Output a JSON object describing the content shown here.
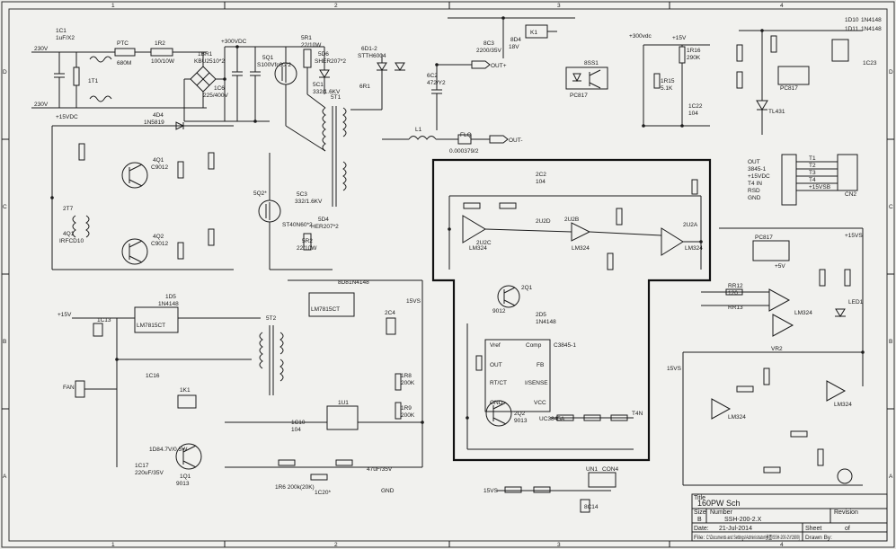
{
  "border": {
    "top_cols": [
      "1",
      "2",
      "3",
      "4"
    ],
    "bottom_cols": [
      "1",
      "2",
      "3",
      "4"
    ],
    "left_rows": [
      "D",
      "C",
      "B",
      "A"
    ],
    "right_rows": [
      "D",
      "C",
      "B",
      "A"
    ]
  },
  "title_block": {
    "title_label": "Title",
    "title": "160PW Sch",
    "size_label": "Size",
    "number_label": "Number",
    "revision_label": "Revision",
    "size": "B",
    "number": "SSH-200-2.X",
    "date_label": "Date:",
    "date": "21-Jul-2014",
    "sheet_label": "Sheet",
    "sheet_of": "of",
    "file_label": "File:",
    "file": "C:\\Documents and Settings\\Administrator\\桌面\\SSH-200-2\\Y2800)",
    "drawn_label": "Drawn By:"
  },
  "labels": {
    "in_top": "230V",
    "in_bot": "230V",
    "c1": "1C1",
    "c1v": "1uF/X2",
    "ptc": "PTC",
    "ptc_v": "680M",
    "r2": "1R2",
    "r2v": "100/10W",
    "bridge": "1BR1",
    "bridge_v": "KBU2510*2",
    "cap_a": "1C6",
    "cap_a_v": "225/400V",
    "dc300": "+300VDC",
    "q1": "5Q1",
    "q1v": "S100Vfc60*2",
    "r1": "5R1",
    "r1v": "22/10W",
    "d6": "5D6",
    "d6v": "SHER207*2",
    "c1r": "5C1",
    "c1rv": "332/1.6KV",
    "t1": "5T1",
    "d_pair": "6D1-2",
    "d_pair_v": "STTH6004",
    "r10w": "6R1",
    "c_out": "6C2",
    "c_outv": "472/Y2",
    "l1": "L1",
    "flq": "FLQ",
    "flq_v": "0.000379/2",
    "out_pos": "OUT+",
    "out_neg": "OUT-",
    "relay": "K1",
    "opto1": "PC817",
    "r15": "1R15",
    "r15v": "5.1K",
    "r16": "1R16",
    "r16v": "290K",
    "c22": "1C22",
    "c22v": "104",
    "p15": "+15V",
    "tl431": "TL431",
    "cn2": "CN2",
    "r15vs": "+15VS",
    "lm324": "LM324",
    "lm7815": "LM7815CT",
    "uc3845": "UC3845A",
    "q2": "2Q1",
    "q3": "2Q2",
    "v15": "+15V",
    "gnd": "GND",
    "r15vs2": "15VS",
    "fan": "FAN",
    "r8": "1R8",
    "r8v": "200K",
    "r9": "1R9",
    "r9v": "200K",
    "c10": "1C10",
    "c10v": "104",
    "u1": "1U1",
    "t2": "5T2",
    "d5": "1D5",
    "d5v": "1N4148",
    "vcc15": "+15V",
    "c16": "1C16",
    "d4": "4D4",
    "d4v": "1N5819",
    "q_a": "4Q1",
    "q_a_v": "C9012",
    "q_b": "4Q2",
    "q_b_v": "C9012",
    "vdc15": "+15VDC",
    "ic_out": "OUT",
    "ic_vref": "Vref",
    "ic_comp": "Comp",
    "ic_fb": "FB",
    "ic_isense": "I/SENSE",
    "ic_rtct": "RT/CT",
    "ic_gnd": "GND",
    "ic_vcc": "VCC",
    "ic_uc": "C3845-1",
    "con": "CON4",
    "con2": "UN1",
    "stb": "15VS",
    "led": "LED1",
    "vr": "VR2",
    "d8": "8D8",
    "d8v": "1N4148",
    "ic_u2a": "2U2A",
    "ic_u2b": "2U2B",
    "ic_u2c": "2U2C",
    "ic_u2d": "2U2D",
    "r12": "RR12",
    "r12v": "120",
    "r13": "RR13",
    "p5": "+5V",
    "pins_left": [
      "OUT",
      "3845-1",
      "+15VDC",
      "T4 IN",
      "",
      "RSD",
      "GND"
    ],
    "pins_right": [
      "T1",
      "T2",
      "T3",
      "T4",
      "+15VSB",
      "",
      ""
    ]
  }
}
